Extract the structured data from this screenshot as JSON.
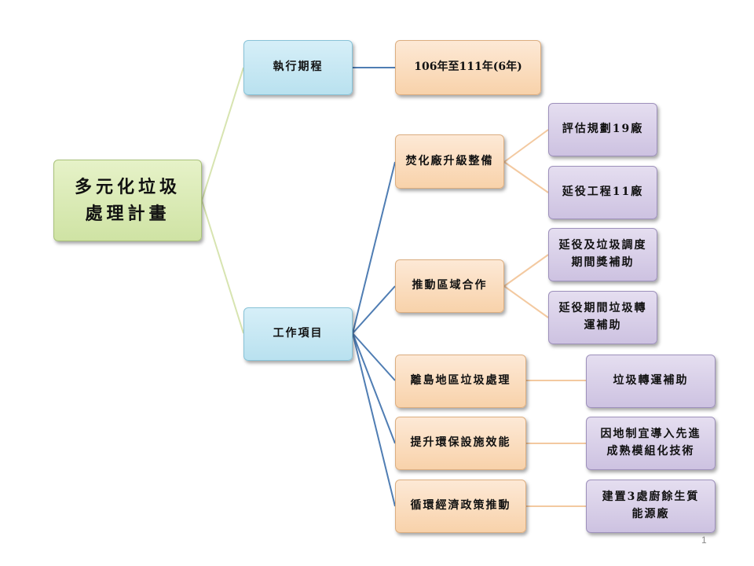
{
  "root": {
    "label": "多元化垃圾處理計畫"
  },
  "level1": {
    "schedule": "執行期程",
    "work_items": "工作項目"
  },
  "schedule_period": "106年至111年(6年)",
  "work_items": [
    {
      "label": "焚化廠升級整備",
      "children": [
        "評估規劃19廠",
        "延役工程11廠"
      ]
    },
    {
      "label": "推動區域合作",
      "children": [
        "延役及垃圾調度期間獎補助",
        "延役期間垃圾轉運補助"
      ]
    },
    {
      "label": "離島地區垃圾處理",
      "children": [
        "垃圾轉運補助"
      ]
    },
    {
      "label": "提升環保設施效能",
      "children": [
        "因地制宜導入先進成熟模組化技術"
      ]
    },
    {
      "label": "循環經濟政策推動",
      "children": [
        "建置3處廚餘生質能源廠"
      ]
    }
  ],
  "page_number": "1",
  "colors": {
    "root_fill": "#d9eab6",
    "level1_fill": "#c8e8f3",
    "level2_fill": "#fbdcbd",
    "level3_fill": "#d9d0e8",
    "root_connector": "#d7e4b0",
    "level1_connector": "#4f7db3",
    "level2_connector": "#f3c9a0"
  }
}
